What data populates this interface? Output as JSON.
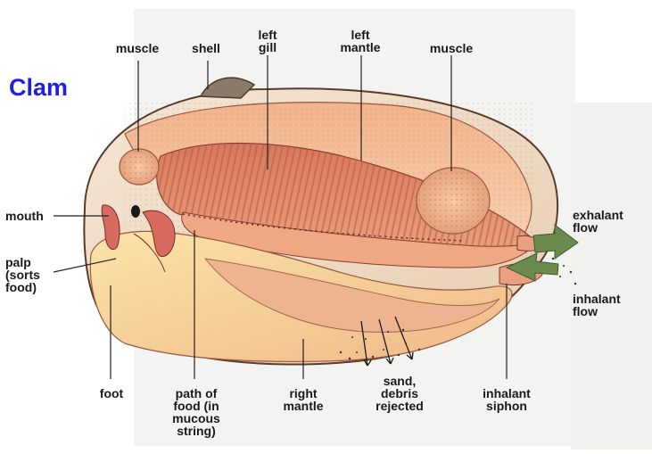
{
  "title": "Clam",
  "labels": {
    "muscle_left": "muscle",
    "shell": "shell",
    "left_gill": "left\ngill",
    "left_mantle": "left\nmantle",
    "muscle_right": "muscle",
    "mouth": "mouth",
    "palp": "palp\n(sorts\nfood)",
    "exhalant_flow": "exhalant\nflow",
    "inhalant_flow": "inhalant\nflow",
    "foot": "foot",
    "path_of_food": "path of\nfood (in\nmucous\nstring)",
    "right_mantle": "right\nmantle",
    "sand_debris": "sand,\ndebris\nrejected",
    "inhalant_siphon": "inhalant\nsiphon"
  },
  "colors": {
    "title": "#1f1fe0",
    "flow_arrow": "#6b8a4e",
    "leader_line": "#222222"
  }
}
